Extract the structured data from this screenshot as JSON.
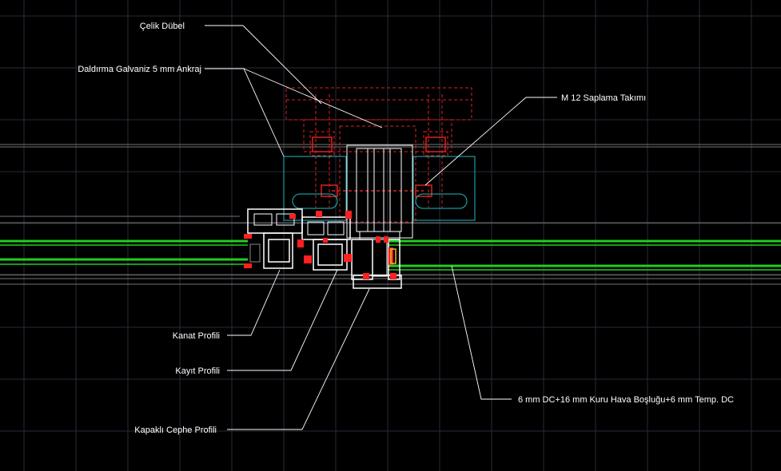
{
  "labels": {
    "celik_dubel": "Çelik Dübel",
    "ankraj": "Daldırma Galvaniz 5 mm Ankraj",
    "saplama": "M 12 Saplama Takımı",
    "kanat": "Kanat Profili",
    "kayit": "Kayıt Profili",
    "kapakli": "Kapaklı Cephe Profili",
    "cam": "6 mm DC+16 mm Kuru Hava Boşluğu+6 mm Temp. DC"
  },
  "colors": {
    "background": "#000000",
    "grid": "#2a2a3a",
    "label_text": "#ffffff",
    "leader": "#ffffff",
    "hidden_anchor": "#e02020",
    "anchor_plate": "#20b8c0",
    "glass": "#22cc22",
    "profile_section": "#ffffff",
    "gasket": "#ff2020"
  }
}
